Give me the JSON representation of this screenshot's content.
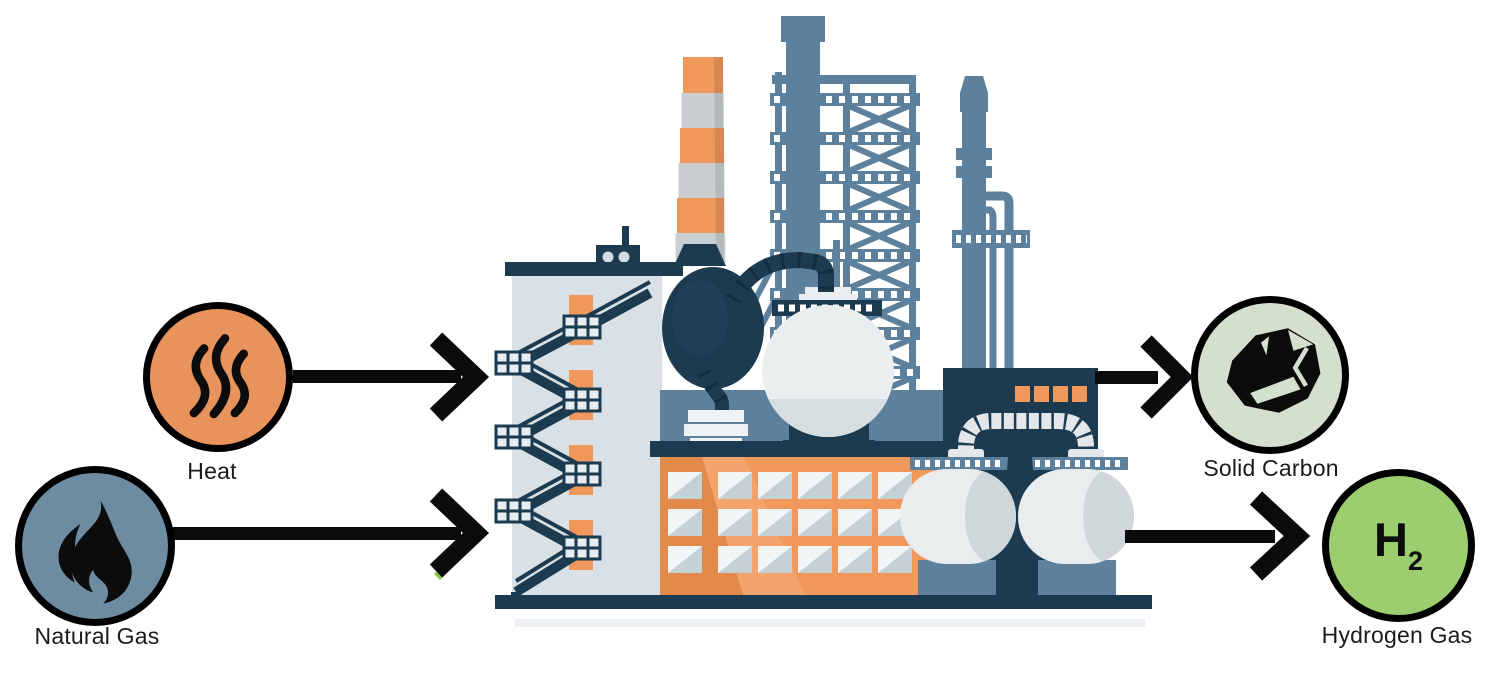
{
  "diagram": {
    "type": "process-flow",
    "inputs": [
      {
        "id": "heat",
        "label": "Heat",
        "circle_color": "#E8935B",
        "icon": "heat-waves-icon"
      },
      {
        "id": "natural-gas",
        "label": "Natural Gas",
        "circle_color": "#6E8CA1",
        "icon": "flame-icon"
      }
    ],
    "process": {
      "id": "plant",
      "icon": "factory-illustration"
    },
    "outputs": [
      {
        "id": "solid-carbon",
        "label": "Solid Carbon",
        "circle_color": "#D5DFCD",
        "icon": "coal-icon"
      },
      {
        "id": "hydrogen-gas",
        "label": "Hydrogen Gas",
        "circle_color": "#9CCE6F",
        "formula_main": "H",
        "formula_sub": "2"
      }
    ],
    "arrows": [
      {
        "from": "heat",
        "to": "plant"
      },
      {
        "from": "natural-gas",
        "to": "plant"
      },
      {
        "from": "plant",
        "to": "solid-carbon"
      },
      {
        "from": "plant",
        "to": "hydrogen-gas"
      }
    ]
  },
  "colors": {
    "background": "#FFFFFF",
    "arrow": "#0b0b0b",
    "text": "#1b1b1b",
    "factory_navy": "#1C3A50",
    "factory_steel": "#5D809C",
    "factory_orange": "#F0985C",
    "factory_wall": "#D9E1E6",
    "chimney_gray": "#C9CED1",
    "tank_white": "#E9EDEE",
    "green_artifact": "#8CC63F"
  }
}
